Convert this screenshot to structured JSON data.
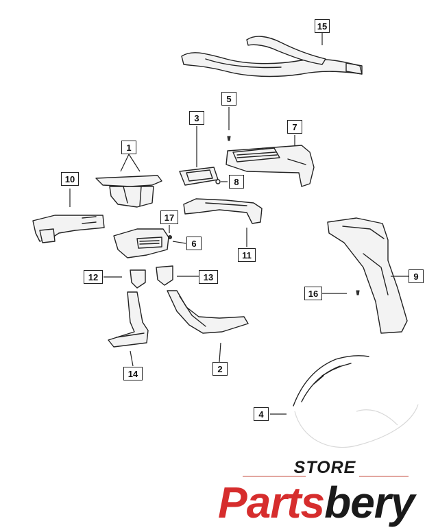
{
  "callouts": {
    "c1": "1",
    "c2": "2",
    "c3": "3",
    "c4": "4",
    "c5": "5",
    "c6": "6",
    "c7": "7",
    "c8": "8",
    "c9": "9",
    "c10": "10",
    "c11": "11",
    "c12": "12",
    "c13": "13",
    "c14": "14",
    "c15": "15",
    "c16": "16",
    "c17": "17"
  },
  "logo": {
    "store_text": "STORE",
    "brand_red": "Parts",
    "brand_black": "bery",
    "brand_color": "#d62d2d",
    "text_color": "#1a1a1a"
  }
}
